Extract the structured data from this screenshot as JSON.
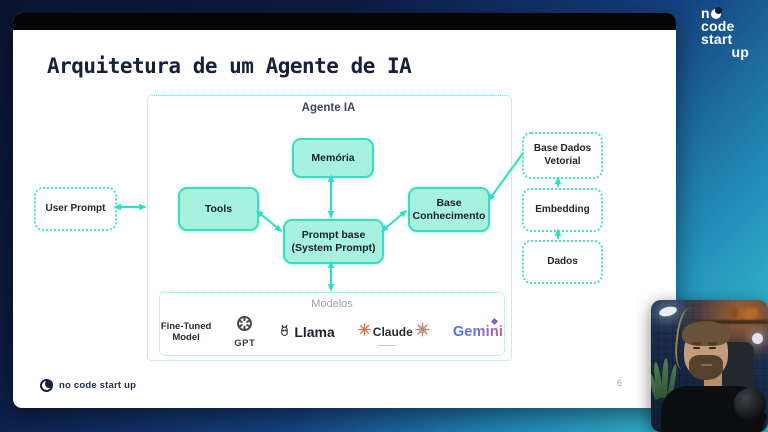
{
  "slide": {
    "title": "Arquitetura de um Agente de IA",
    "footer_brand": "no code start up",
    "page_number": "6"
  },
  "brand_logo_top": {
    "line1_prefix": "n",
    "line2": "code",
    "line3": "start",
    "line4": "up"
  },
  "diagram": {
    "agent_label": "Agente IA",
    "user_prompt": "User Prompt",
    "tools": "Tools",
    "memoria": "Memória",
    "prompt_base_line1": "Prompt base",
    "prompt_base_line2": "(System Prompt)",
    "base_conhecimento_line1": "Base",
    "base_conhecimento_line2": "Conhecimento",
    "base_dados_line1": "Base Dados",
    "base_dados_line2": "Vetorial",
    "embedding": "Embedding",
    "dados": "Dados",
    "modelos_label": "Modelos",
    "models": {
      "fine_tuned_line1": "Fine-Tuned",
      "fine_tuned_line2": "Model",
      "gpt": "GPT",
      "llama": "Llama",
      "claude": "Claude",
      "gemini": "Gemini"
    },
    "colors": {
      "box_fill": "#a7f1df",
      "box_border": "#38dcc3",
      "arrow": "#2be0c6",
      "dotted_border": "#4ae0cc",
      "background_navy": "#0a1430",
      "background_teal": "#41ccd4"
    }
  }
}
